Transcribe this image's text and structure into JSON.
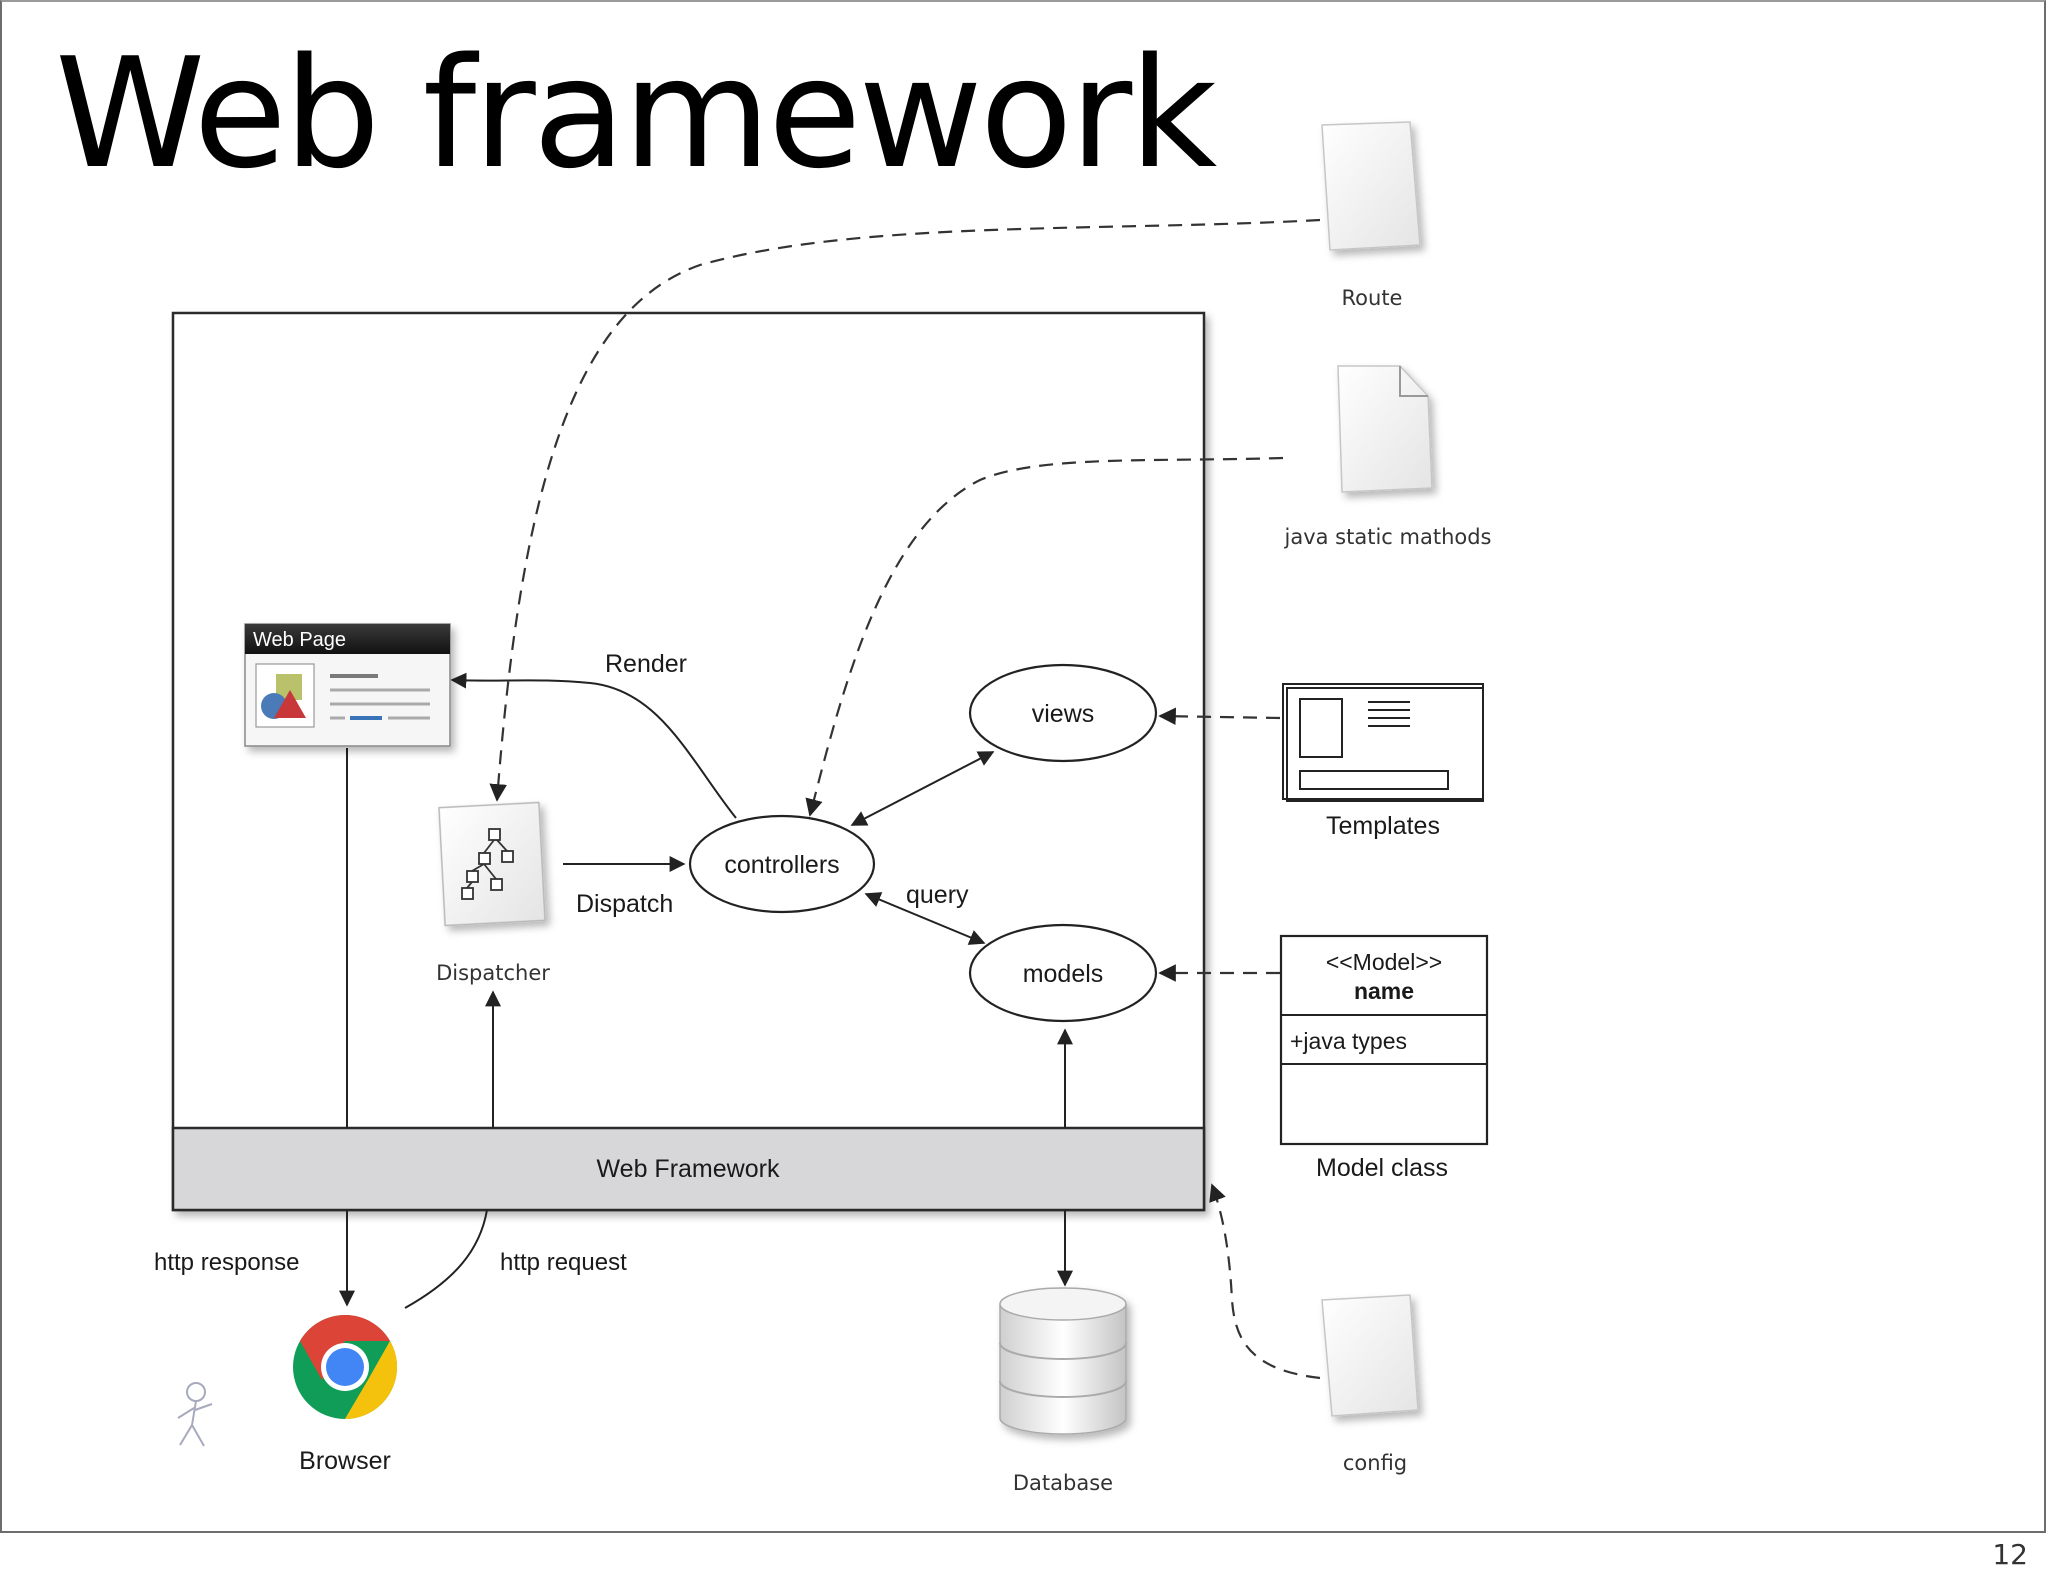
{
  "slide": {
    "title": "Web framework",
    "page_number": "12"
  },
  "diagram": {
    "web_page_title": "Web Page",
    "render_label": "Render",
    "dispatcher_label": "Dispatcher",
    "dispatch_label": "Dispatch",
    "controllers_label": "controllers",
    "views_label": "views",
    "models_label": "models",
    "query_label": "query",
    "framework_bar_label": "Web Framework",
    "http_response_label": "http response",
    "http_request_label": "http request",
    "browser_label": "Browser",
    "database_label": "Database",
    "route_label": "Route",
    "java_static_label": "java static mathods",
    "templates_label": "Templates",
    "model_stereotype": "<<Model>>",
    "model_name": "name",
    "model_attribute": "+java types",
    "model_class_label": "Model class",
    "config_label": "config"
  },
  "colors": {
    "framework_bar": "#d7d6d8",
    "chrome_red": "#db4437",
    "chrome_yellow": "#f4c20d",
    "chrome_green": "#0f9d58",
    "chrome_blue": "#4285f4"
  }
}
